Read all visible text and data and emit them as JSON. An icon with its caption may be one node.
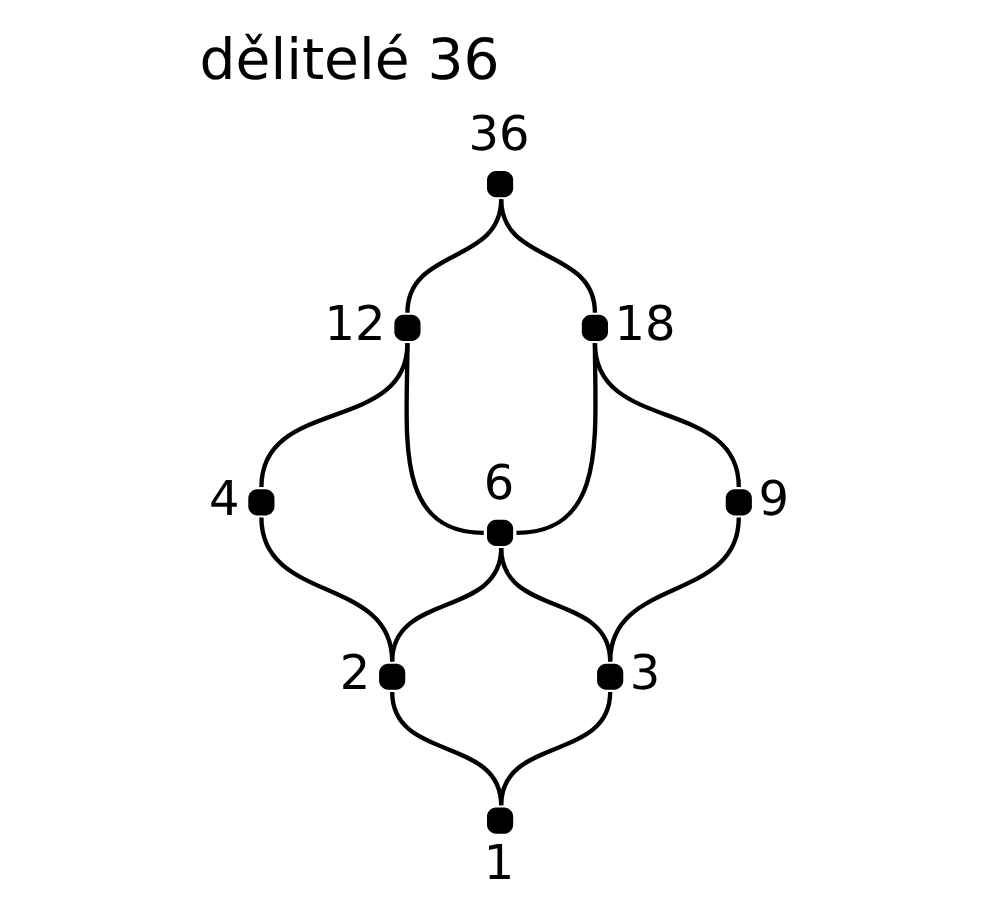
{
  "diagram": {
    "title": "dělitelé 36",
    "nodes": [
      {
        "text": [],
        "shape": "circle",
        "beside": [
          "36"
        ]
      },
      {
        "text": [],
        "shape": "circle",
        "beside": [
          "12"
        ]
      },
      {
        "text": [],
        "shape": "circle",
        "beside": [
          "18"
        ]
      },
      {
        "text": [],
        "shape": "circle",
        "beside": [
          "4"
        ]
      },
      {
        "text": [],
        "shape": "circle",
        "beside": [
          "6"
        ]
      },
      {
        "text": [],
        "shape": "circle",
        "beside": [
          "9"
        ]
      },
      {
        "text": [],
        "shape": "circle",
        "beside": [
          "2"
        ]
      },
      {
        "text": [],
        "shape": "circle",
        "beside": [
          "3"
        ]
      },
      {
        "text": [],
        "shape": "circle",
        "beside": [
          "1"
        ]
      }
    ],
    "edges": [
      {
        "from": 0,
        "to": 1,
        "arrow": "none"
      },
      {
        "from": 0,
        "to": 2,
        "arrow": "none"
      },
      {
        "from": 1,
        "to": 3,
        "arrow": "none"
      },
      {
        "from": 1,
        "to": 4,
        "arrow": "none"
      },
      {
        "from": 2,
        "to": 4,
        "arrow": "none"
      },
      {
        "from": 2,
        "to": 5,
        "arrow": "none"
      },
      {
        "from": 3,
        "to": 6,
        "arrow": "none"
      },
      {
        "from": 4,
        "to": 6,
        "arrow": "none"
      },
      {
        "from": 4,
        "to": 7,
        "arrow": "none"
      },
      {
        "from": 5,
        "to": 7,
        "arrow": "none"
      },
      {
        "from": 6,
        "to": 8,
        "arrow": "none"
      },
      {
        "from": 7,
        "to": 8,
        "arrow": "none"
      }
    ]
  }
}
